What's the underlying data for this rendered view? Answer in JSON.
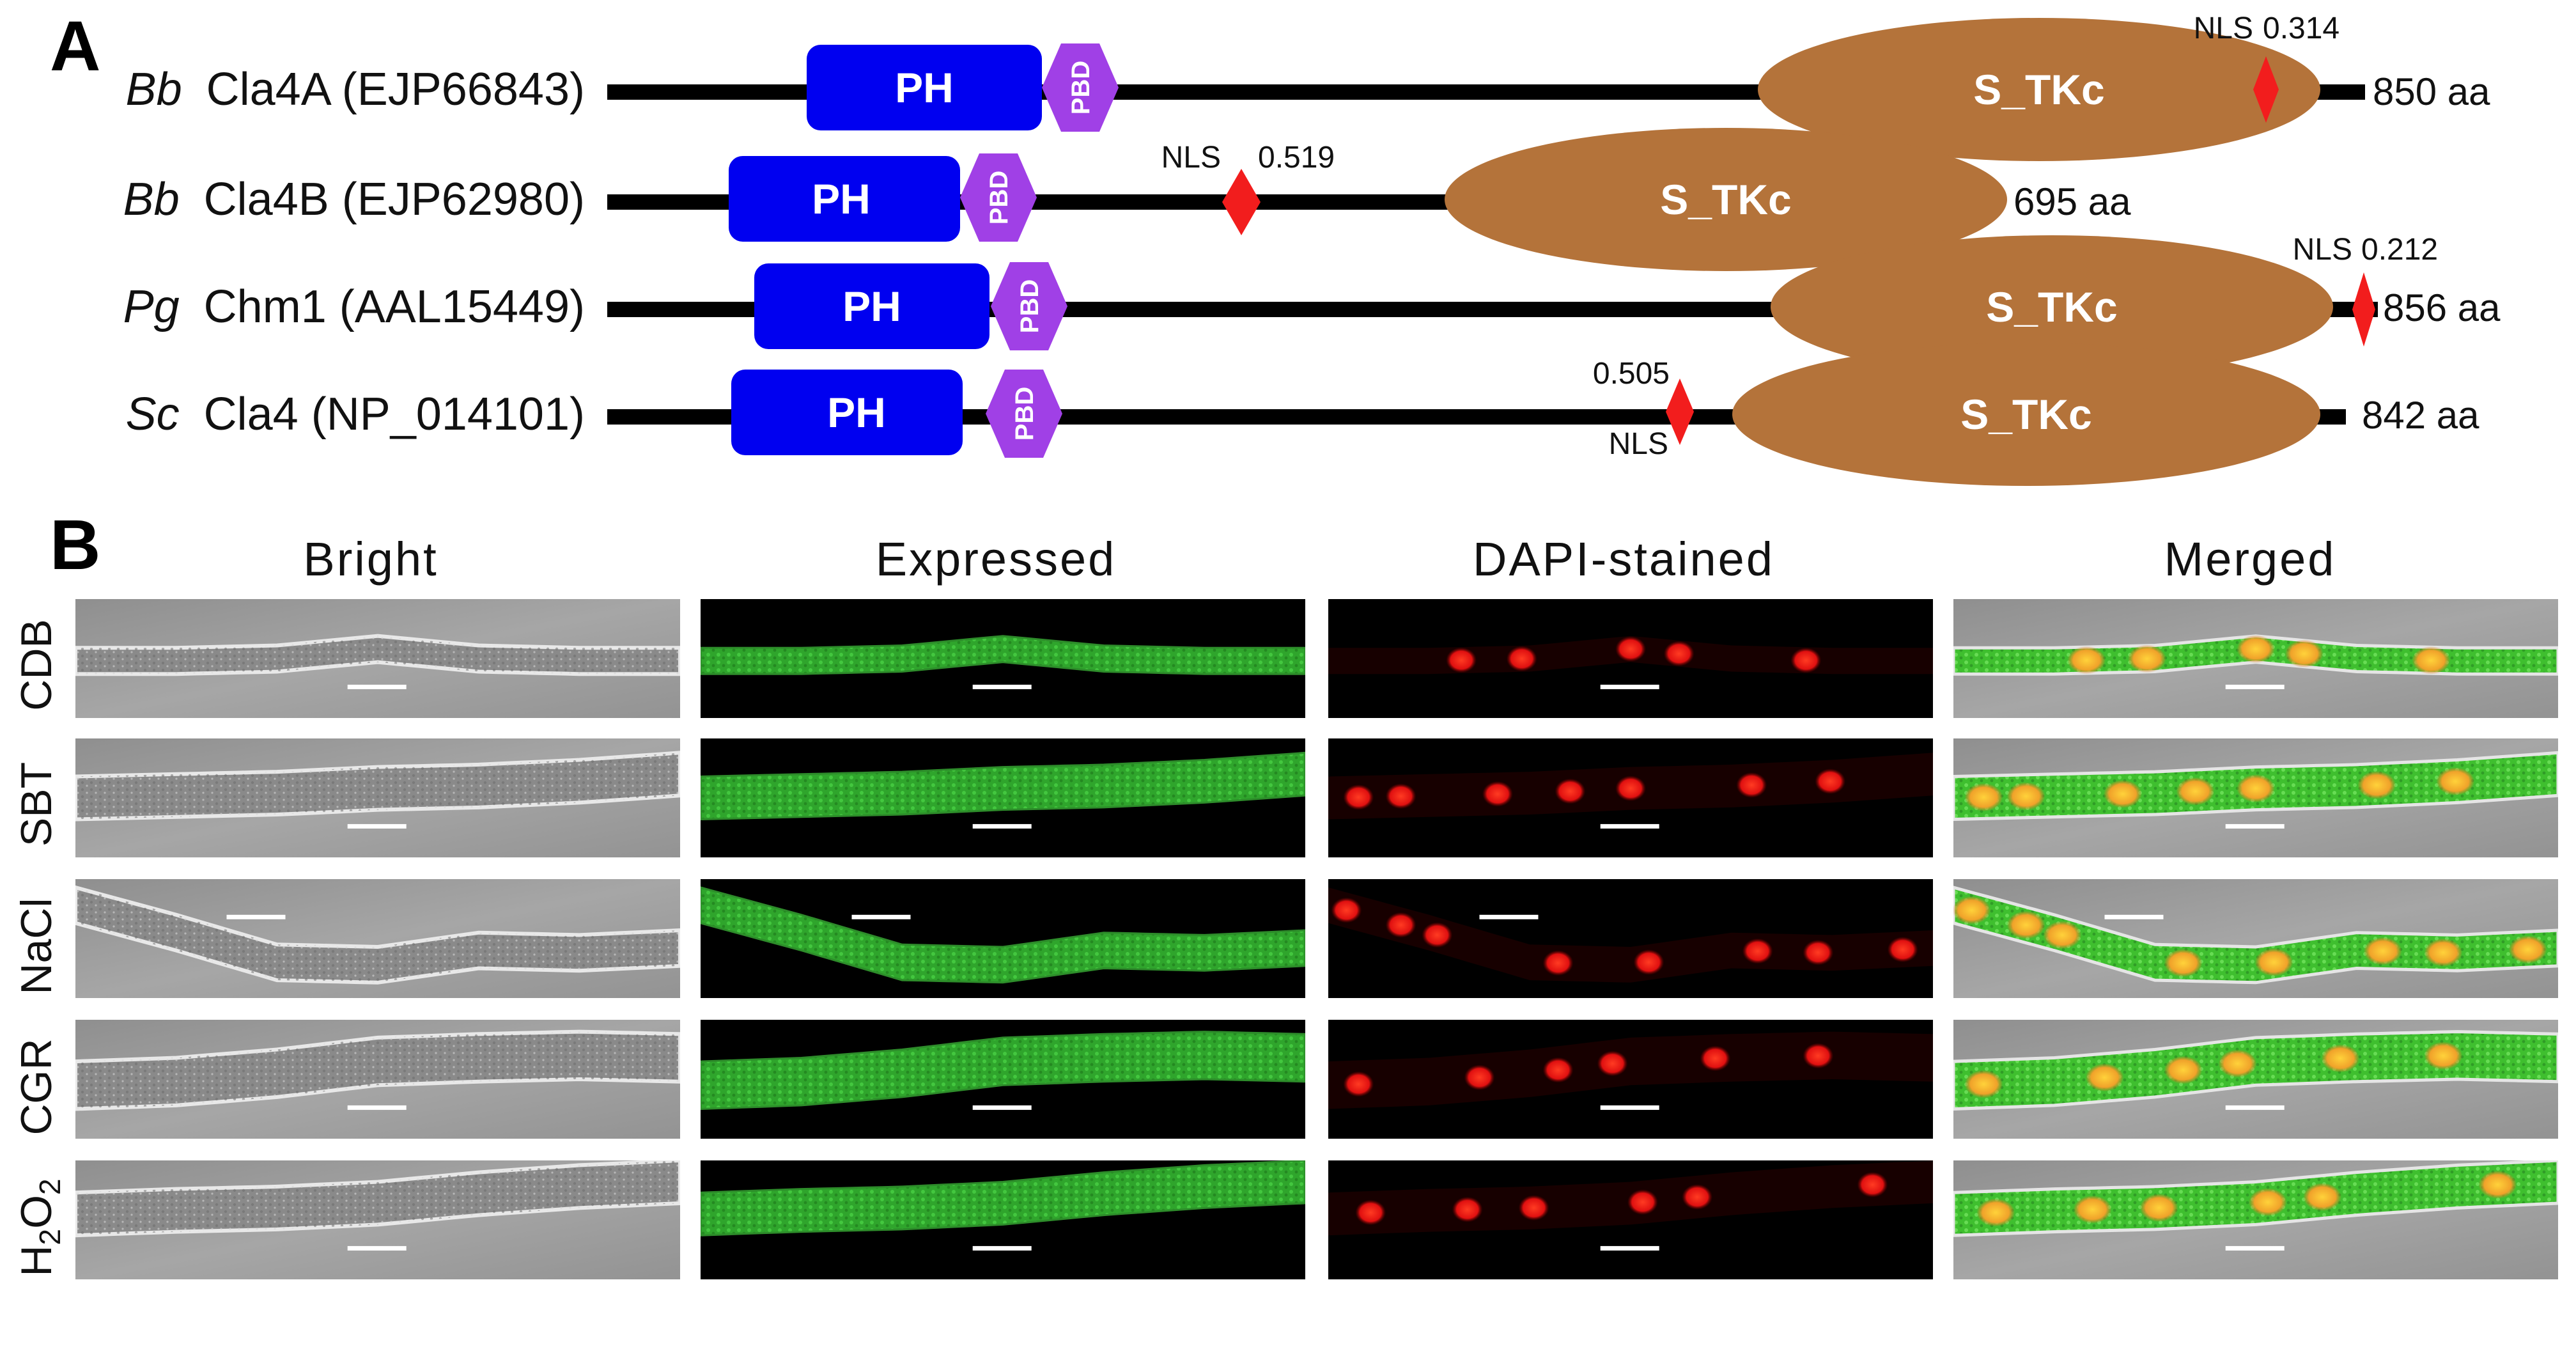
{
  "panel_a": {
    "panel_letter": "A",
    "proteins": [
      {
        "species": "Bb",
        "name": "Cla4A (EJP66843)",
        "length": "850 aa",
        "domains": {
          "ph": "PH",
          "pbd": "PBD",
          "kinase": "S_TKc"
        },
        "nls": {
          "label": "NLS",
          "score": "0.314"
        }
      },
      {
        "species": "Bb",
        "name": "Cla4B (EJP62980)",
        "length": "695 aa",
        "domains": {
          "ph": "PH",
          "pbd": "PBD",
          "kinase": "S_TKc"
        },
        "nls": {
          "label": "NLS",
          "score": "0.519"
        }
      },
      {
        "species": "Pg",
        "name": "Chm1 (AAL15449)",
        "length": "856 aa",
        "domains": {
          "ph": "PH",
          "pbd": "PBD",
          "kinase": "S_TKc"
        },
        "nls": {
          "label": "NLS",
          "score": "0.212"
        }
      },
      {
        "species": "Sc",
        "name": "Cla4 (NP_014101)",
        "length": "842 aa",
        "domains": {
          "ph": "PH",
          "pbd": "PBD",
          "kinase": "S_TKc"
        },
        "nls": {
          "label": "NLS",
          "score": "0.505"
        }
      }
    ]
  },
  "panel_b": {
    "panel_letter": "B",
    "columns": [
      "Bright",
      "Expressed",
      "DAPI-stained",
      "Merged"
    ],
    "rows": [
      "CDB",
      "SBT",
      "NaCl",
      "CGR",
      "H2O2"
    ],
    "row_h2o2_parts": {
      "h": "H",
      "two_a": "2",
      "o": "O",
      "two_b": "2"
    }
  },
  "colors": {
    "ph_domain": "#0000f0",
    "pbd_domain": "#a040e6",
    "kinase_domain": "#b4733a",
    "nls_marker": "#f21d1d",
    "backbone": "#000000",
    "expressed_signal": "#3ec43a",
    "dapi_signal": "#ff2a1a",
    "bright_field": "#9e9e9e"
  }
}
